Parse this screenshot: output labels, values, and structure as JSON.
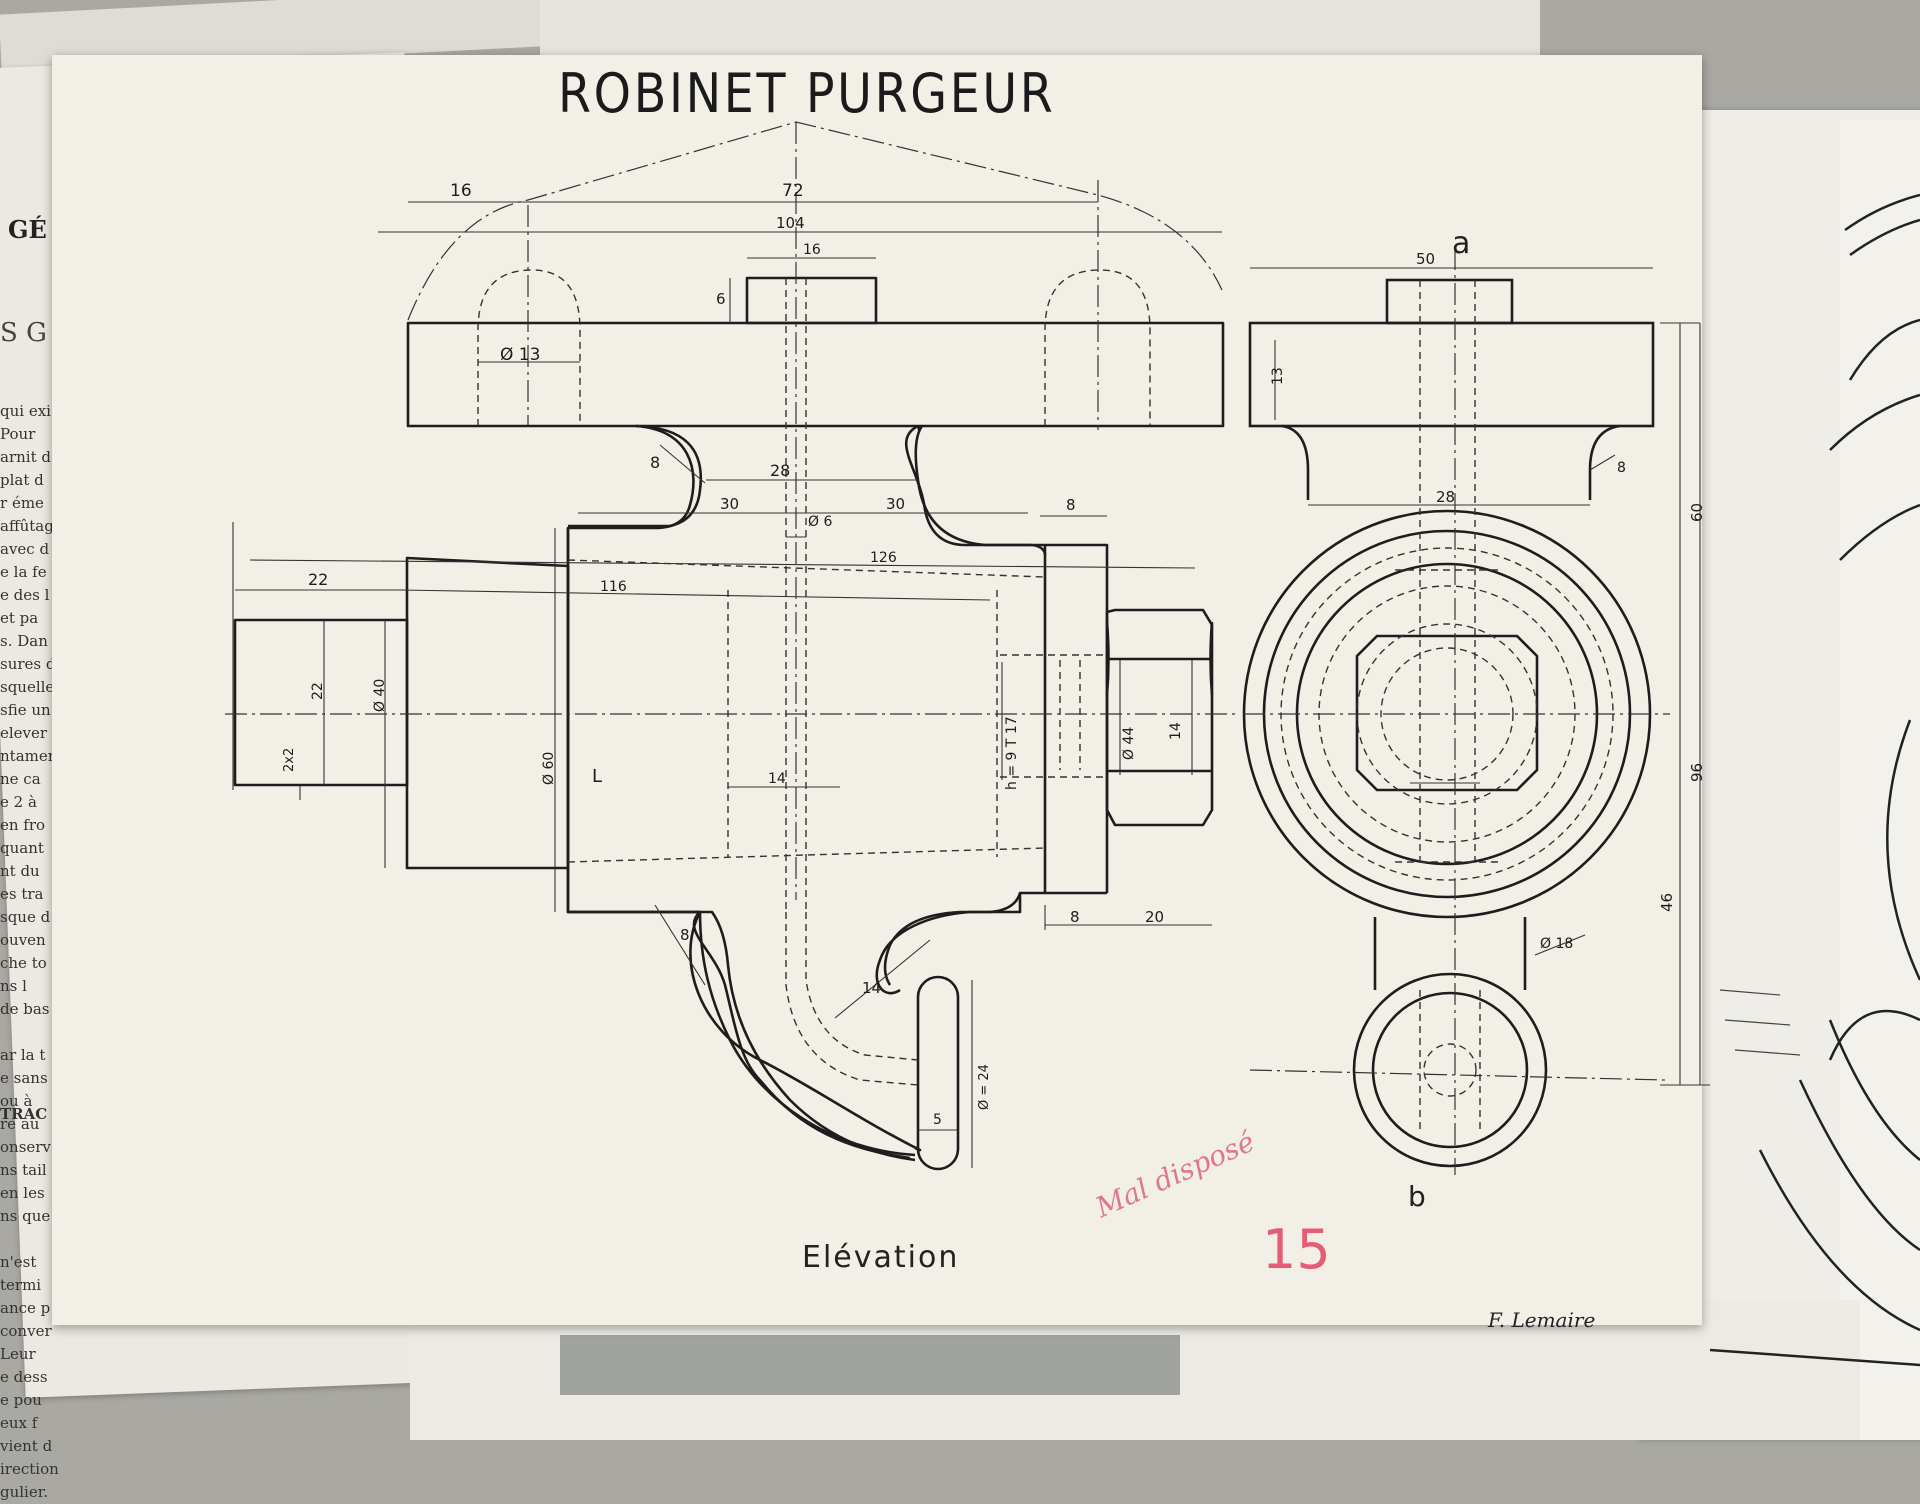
{
  "drawing": {
    "title": "ROBINET PURGEUR",
    "view_caption": "Elévation",
    "signature": "F. Lemaire",
    "teacher_note": "Mal disposé",
    "grade": "15",
    "section_label_top": "a",
    "section_label_bottom": "b",
    "dimensions": {
      "d16": "16",
      "d72": "72",
      "d104": "104",
      "d16b": "16",
      "d6": "6",
      "d50": "50",
      "d13": "13",
      "d_phi13": "Ø 13",
      "d8": "8",
      "d28": "28",
      "d30a": "30",
      "d30b": "30",
      "d_phi6": "Ø 6",
      "d8b": "8",
      "d126": "126",
      "d116": "116",
      "d22": "22",
      "d22v": "22",
      "d_phi40": "Ø 40",
      "d2x2": "2x2",
      "d_phi60": "Ø 60",
      "d14": "14",
      "d_h": "h = 9 T 17",
      "d_phi44": "Ø 44",
      "d14b": "14",
      "d8c": "8",
      "d20": "20",
      "d28b": "28",
      "d60": "60",
      "d96": "96",
      "d46": "46",
      "d8d": "8",
      "d_phi18": "Ø 18",
      "d14c": "14",
      "d8e": "8",
      "d_phi24": "Ø = 24",
      "d5": "5",
      "dL": "L"
    }
  },
  "background": {
    "heading_ge": "GÉ",
    "heading_s": "S G",
    "heading_trac": "TRAC",
    "text_fragments": [
      "qui exi",
      "Pour",
      "arnit d",
      "plat d",
      "r éme",
      "affûtag",
      "avec d",
      "e la fe",
      "e des l",
      "et pa",
      "s. Dan",
      "sures d",
      "squelle",
      "sfie un",
      "elever",
      "ntamer",
      "ne ca",
      "e 2 à",
      "en fro",
      "quant",
      "nt du",
      "es tra",
      "sque d",
      "ouven",
      "che to",
      "ns l",
      "de bas",
      "",
      "ar la t",
      "e sans",
      "ou à",
      "re au",
      "onserv",
      "ns tail",
      "en les",
      "ns que",
      "",
      "n'est",
      "termi",
      "ance p",
      "conver",
      "Leur",
      "e dess",
      "e pou",
      "eux f",
      "vient d",
      "irection",
      "gulier."
    ]
  },
  "colors": {
    "paper": "#f1efe6",
    "ink": "#1d1d1d",
    "red_pencil": "#e45d74"
  }
}
